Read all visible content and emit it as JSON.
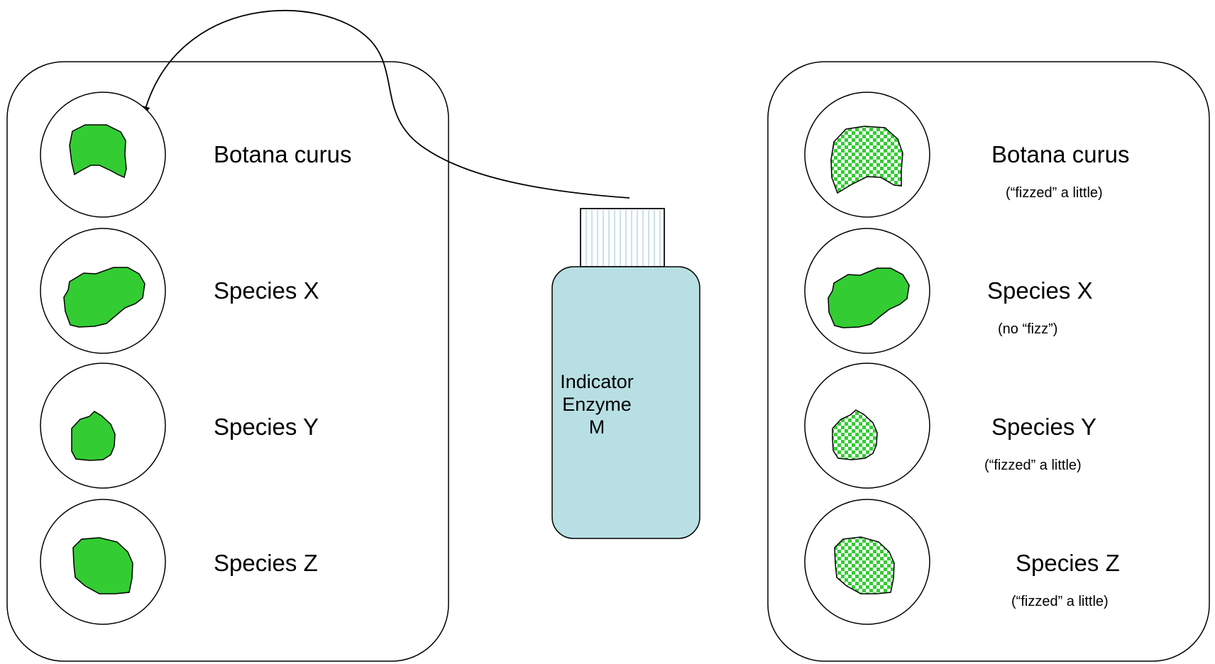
{
  "colors": {
    "leaf_green": "#33cc33",
    "bottle_fill": "#b8dfe3",
    "outline": "#000000"
  },
  "icons": {
    "untreated_leaf": "solid-green-leaf-icon",
    "fizzed_leaf": "checkered-green-leaf-icon",
    "bottle": "bottle-icon",
    "arrow": "curved-arrow"
  },
  "bottle": {
    "line1": "Indicator",
    "line2": "Enzyme",
    "line3": "M"
  },
  "left_panel": {
    "samples": [
      {
        "name": "Botana curus"
      },
      {
        "name": "Species X"
      },
      {
        "name": "Species Y"
      },
      {
        "name": "Species Z"
      }
    ]
  },
  "right_panel": {
    "samples": [
      {
        "name": "Botana curus",
        "note": "(“fizzed” a little)",
        "fizzed": true
      },
      {
        "name": "Species X",
        "note": "(no “fizz”)",
        "fizzed": false
      },
      {
        "name": "Species Y",
        "note": "(“fizzed” a little)",
        "fizzed": true
      },
      {
        "name": "Species Z",
        "note": "(“fizzed” a little)",
        "fizzed": true
      }
    ]
  }
}
